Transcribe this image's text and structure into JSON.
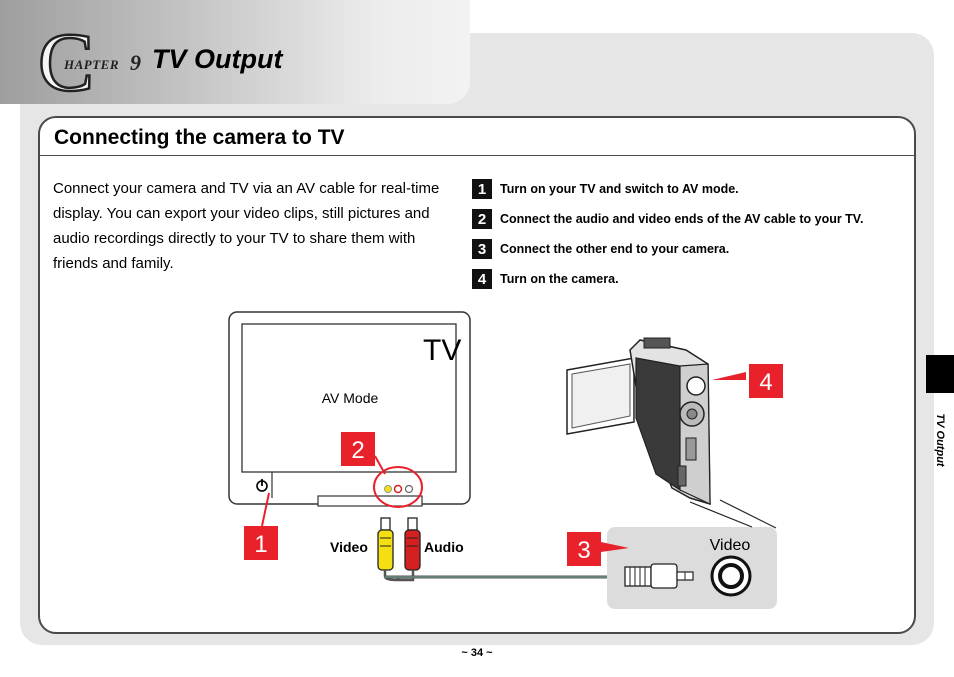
{
  "header": {
    "chapter_letter": "C",
    "chapter_word": "HAPTER",
    "chapter_number": "9",
    "chapter_title": "TV Output"
  },
  "section": {
    "title": "Connecting the camera to TV",
    "intro": "Connect your camera and TV via an AV cable for real-time display. You can export your video clips, still pictures and audio recordings directly to your TV to share them with friends and family."
  },
  "steps": [
    {
      "number": "1",
      "text": "Turn on your TV and switch to AV mode."
    },
    {
      "number": "2",
      "text": "Connect the audio and video ends of the AV cable to your TV."
    },
    {
      "number": "3",
      "text": "Connect the other end to your camera."
    },
    {
      "number": "4",
      "text": "Turn on the camera."
    }
  ],
  "diagram": {
    "tv_label": "TV",
    "screen_text": "AV Mode",
    "video_label": "Video",
    "audio_label": "Audio",
    "camera_port_label": "Video",
    "callouts": [
      "1",
      "2",
      "3",
      "4"
    ],
    "callout_color": "#e8212a",
    "yellow_plug_color": "#f4e012",
    "red_plug_color": "#d42020",
    "cable_color": "#6d9a8a",
    "power_icon": "power-icon"
  },
  "sidebar": {
    "label": "TV Output"
  },
  "footer": {
    "page_number": "~ 34 ~"
  }
}
